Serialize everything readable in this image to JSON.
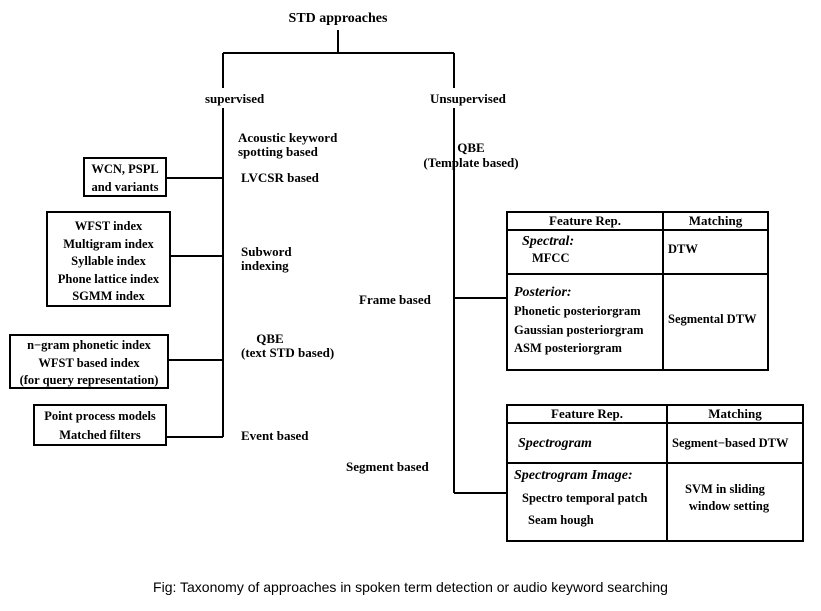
{
  "root": "STD approaches",
  "branches": {
    "supervised": "supervised",
    "unsupervised": "Unsupervised"
  },
  "supervised_categories": {
    "acoustic": [
      "Acoustic keyword",
      "spotting based"
    ],
    "lvcsr": "LVCSR based",
    "subword": [
      "Subword",
      "indexing"
    ],
    "qbe_text": [
      "QBE",
      "(text STD based)"
    ],
    "event": "Event based"
  },
  "supervised_boxes": {
    "lvcsr_box": [
      "WCN, PSPL",
      "and variants"
    ],
    "subword_box": [
      "WFST index",
      "Multigram index",
      "Syllable index",
      "Phone lattice index",
      "SGMM index"
    ],
    "qbe_box": [
      "n−gram phonetic index",
      "WFST based index",
      "(for query representation)"
    ],
    "event_box": [
      "Point process models",
      "Matched filters"
    ]
  },
  "unsupervised_categories": {
    "qbe_template": [
      "QBE",
      "(Template based)"
    ],
    "frame": "Frame based",
    "segment": "Segment based"
  },
  "frame_table": {
    "headers": [
      "Feature Rep.",
      "Matching"
    ],
    "row1": {
      "feature_title": "Spectral:",
      "feature_items": [
        "MFCC"
      ],
      "matching": "DTW"
    },
    "row2": {
      "feature_title": "Posterior:",
      "feature_items": [
        "Phonetic posteriorgram",
        "Gaussian posteriorgram",
        "ASM posteriorgram"
      ],
      "matching": "Segmental DTW"
    }
  },
  "segment_table": {
    "headers": [
      "Feature Rep.",
      "Matching"
    ],
    "row1": {
      "feature_title": "Spectrogram",
      "matching": "Segment−based DTW"
    },
    "row2": {
      "feature_title": "Spectrogram Image:",
      "feature_items": [
        "Spectro temporal patch",
        "Seam hough"
      ],
      "matching": [
        "SVM in sliding",
        "window setting"
      ]
    }
  },
  "caption": "Fig: Taxonomy of approaches in spoken term detection or audio keyword searching"
}
